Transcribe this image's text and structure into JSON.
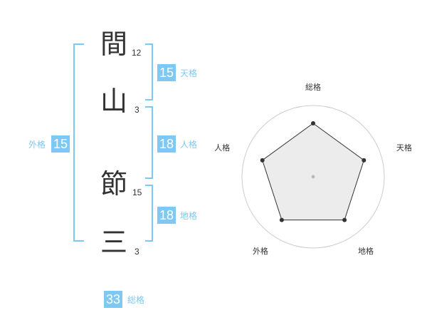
{
  "name": {
    "characters": [
      {
        "char": "間",
        "strokes": "12"
      },
      {
        "char": "山",
        "strokes": "3"
      },
      {
        "char": "節",
        "strokes": "15"
      },
      {
        "char": "三",
        "strokes": "3"
      }
    ]
  },
  "fortune": {
    "tenkaku": {
      "value": "15",
      "label": "天格"
    },
    "jinkaku": {
      "value": "18",
      "label": "人格"
    },
    "chikaku": {
      "value": "18",
      "label": "地格"
    },
    "gaikaku": {
      "value": "15",
      "label": "外格"
    },
    "soukaku": {
      "value": "33",
      "label": "総格"
    }
  },
  "colors": {
    "accent": "#7ec8f4",
    "text": "#333333",
    "radar_fill": "#eeeeee",
    "radar_ring": "#cccccc"
  },
  "chart_data": {
    "type": "radar",
    "axes": [
      "総格",
      "天格",
      "地格",
      "外格",
      "人格"
    ],
    "values": [
      0.75,
      0.75,
      0.75,
      0.75,
      0.75
    ],
    "max": 1,
    "rings": 4
  }
}
